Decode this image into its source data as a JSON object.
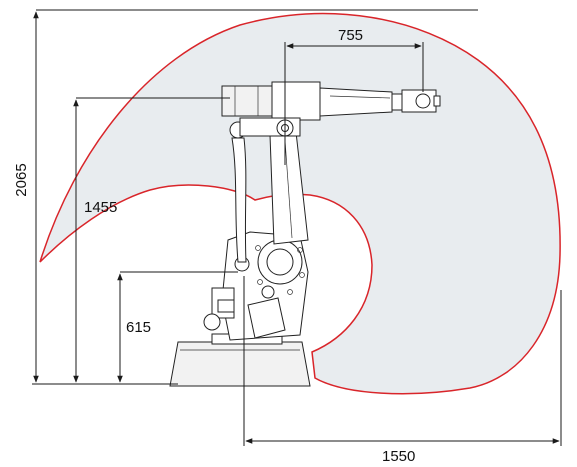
{
  "colors": {
    "envelope_stroke": "#d9252a",
    "envelope_fill": "#e8ecef",
    "dimension_line": "#1a1a1a"
  },
  "dimensions": {
    "overall_height": "2065",
    "arm_height": "1455",
    "base_height": "615",
    "arm_reach": "755",
    "horizontal_reach": "1550"
  }
}
